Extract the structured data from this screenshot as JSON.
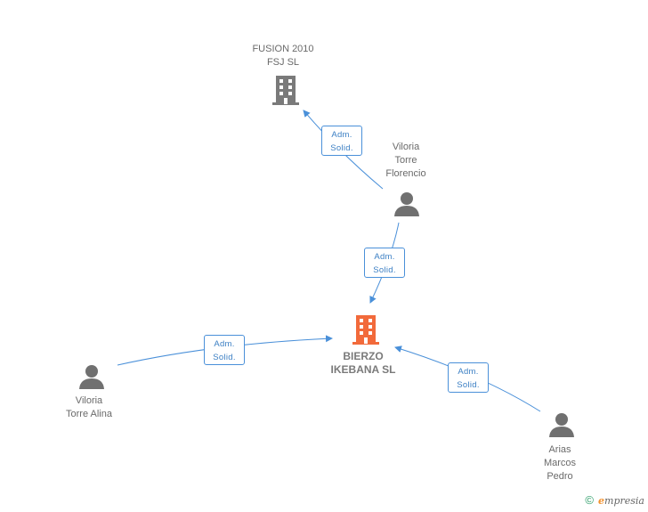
{
  "nodes": {
    "fusion": {
      "lines": [
        "FUSION 2010",
        "FSJ SL"
      ]
    },
    "viloria_florencio": {
      "lines": [
        "Viloria",
        "Torre",
        "Florencio"
      ]
    },
    "bierzo": {
      "lines": [
        "BIERZO",
        "IKEBANA SL"
      ]
    },
    "viloria_alina": {
      "lines": [
        "Viloria",
        "Torre Alina"
      ]
    },
    "arias": {
      "lines": [
        "Arias",
        "Marcos",
        "Pedro"
      ]
    }
  },
  "relations": [
    {
      "lines": [
        "Adm.",
        "Solid."
      ]
    },
    {
      "lines": [
        "Adm.",
        "Solid."
      ]
    },
    {
      "lines": [
        "Adm.",
        "Solid."
      ]
    },
    {
      "lines": [
        "Adm.",
        "Solid."
      ]
    }
  ],
  "watermark": {
    "copyright": "©",
    "brand_initial": "e",
    "brand_rest": "mpresia"
  },
  "colors": {
    "edge": "#4a90d9",
    "company_icon": "#7a7a7a",
    "center_icon": "#f26a3b",
    "person_icon": "#707070"
  }
}
